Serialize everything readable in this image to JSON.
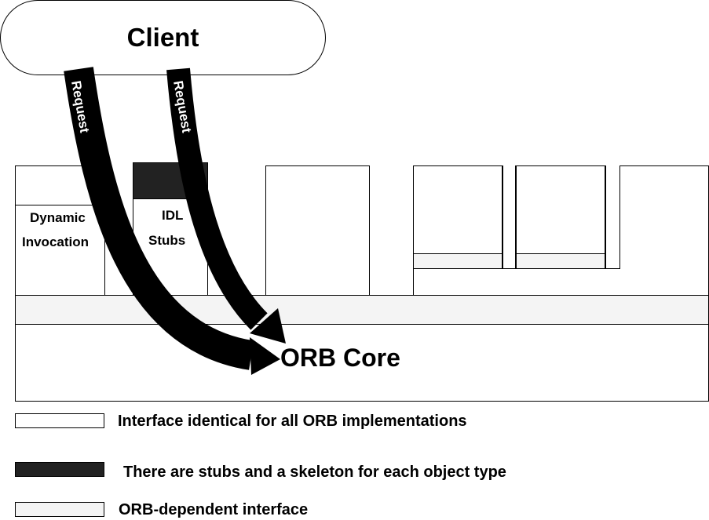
{
  "client": {
    "label": "Client"
  },
  "arrows": [
    {
      "label": "Request"
    },
    {
      "label": "Request"
    }
  ],
  "components": {
    "dynamic_invocation": {
      "line1": "Dynamic",
      "line2": "Invocation"
    },
    "idl_stubs": {
      "line1": "IDL",
      "line2": "Stubs"
    }
  },
  "orb_core": {
    "label": "ORB Core"
  },
  "legend": [
    {
      "style": "white",
      "text": "Interface identical for all ORB implementations"
    },
    {
      "style": "dark",
      "text": "There are stubs and a skeleton for each object type"
    },
    {
      "style": "light",
      "text": "ORB-dependent interface"
    }
  ],
  "colors": {
    "dark": "#222222",
    "light": "#f4f4f4",
    "white": "#ffffff"
  }
}
